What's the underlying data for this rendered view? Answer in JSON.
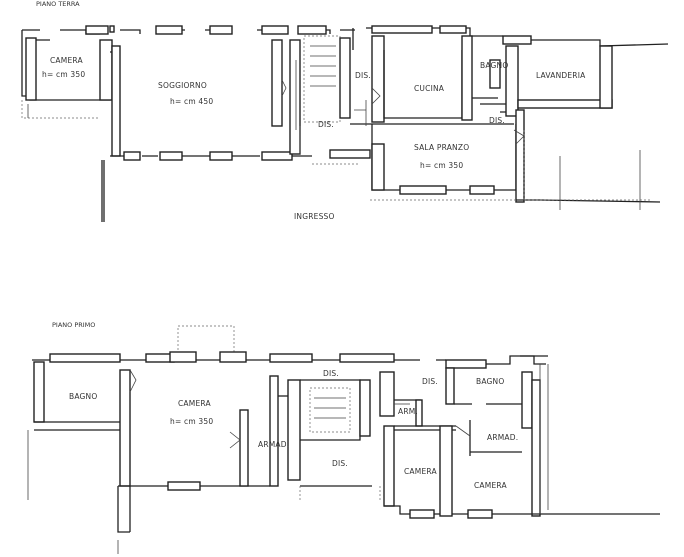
{
  "ground_floor": {
    "title": "PIANO TERRA",
    "rooms": {
      "camera": "CAMERA",
      "camera_height": "h= cm 350",
      "soggiorno": "SOGGIORNO",
      "soggiorno_height": "h= cm 450",
      "dis_1": "DIS.",
      "dis_2": "DIS.",
      "dis_3": "DIS.",
      "cucina": "CUCINA",
      "bagno": "BAGNO",
      "lavanderia": "LAVANDERIA",
      "sala_pranzo": "SALA PRANZO",
      "sala_pranzo_height": "h= cm 350",
      "ingresso": "INGRESSO"
    }
  },
  "first_floor": {
    "title": "PIANO PRIMO",
    "rooms": {
      "bagno_left": "BAGNO",
      "camera_main": "CAMERA",
      "camera_main_height": "h= cm 350",
      "armad_1": "ARMAD.",
      "dis_1": "DIS.",
      "dis_2": "DIS.",
      "dis_3": "DIS.",
      "arm": "ARM.",
      "bagno_right": "BAGNO",
      "armad_2": "ARMAD.",
      "camera_2": "CAMERA",
      "camera_3": "CAMERA"
    }
  }
}
